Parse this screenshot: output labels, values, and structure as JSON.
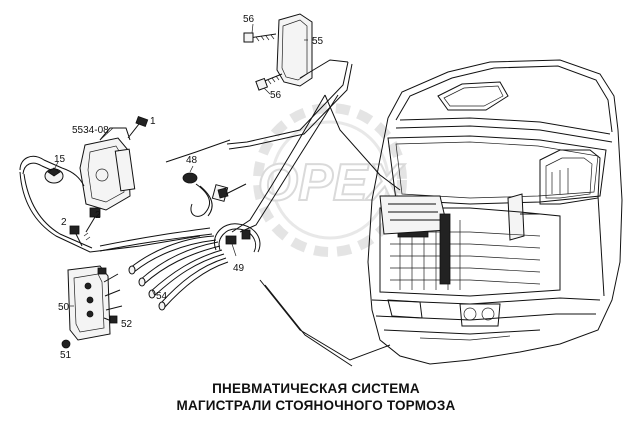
{
  "caption": {
    "line1": "ПНЕВМАТИЧЕСКАЯ СИСТЕМА",
    "line2": "МАГИСТРАЛИ СТОЯНОЧНОГО ТОРМОЗА"
  },
  "watermark": {
    "text": "OPEX"
  },
  "callouts": {
    "p56_top": "56",
    "p55": "55",
    "p56_bottom": "56",
    "p1": "1",
    "p5534": "5534-08",
    "p15": "15",
    "p2a": "2",
    "p2b": "2",
    "p48": "48",
    "p49": "49",
    "p54": "54",
    "p50": "50",
    "p52": "52",
    "p51": "51"
  },
  "colors": {
    "line": "#111111",
    "background": "#ffffff",
    "watermark": "#c8c8c8"
  }
}
